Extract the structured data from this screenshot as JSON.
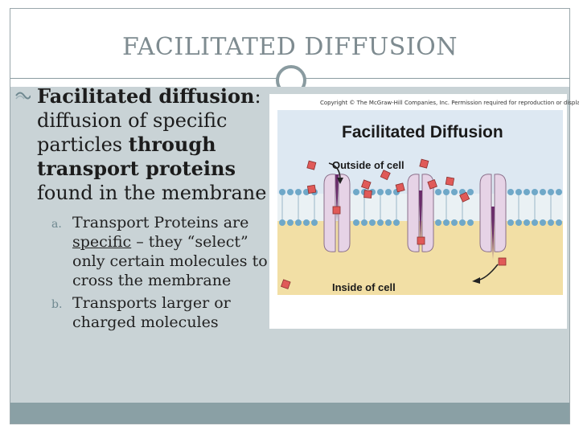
{
  "slide": {
    "title": "FACILITATED DIFFUSION",
    "main_point": {
      "term": "Facilitated diffusion",
      "definition_part1": ": diffusion of specific particles ",
      "emphasis": "through transport proteins",
      "definition_part2": " found in the membrane"
    },
    "sub_points": [
      {
        "marker": "a.",
        "prefix": "Transport Proteins are ",
        "underlined": "specific",
        "suffix": " – they “select” only certain molecules to cross the membrane"
      },
      {
        "marker": "b.",
        "text": "Transports larger or charged molecules"
      }
    ]
  },
  "figure": {
    "copyright": "Copyright © The McGraw-Hill Companies, Inc. Permission required for reproduction or display.",
    "title": "Facilitated Diffusion",
    "outside_label": "Outside of cell",
    "inside_label": "Inside of cell"
  },
  "colors": {
    "accent": "#8a9ba0",
    "content_bg": "#c9d3d6",
    "footer": "#8aa0a5",
    "extracellular": "#dde8f2",
    "cytoplasm": "#f2dfa5",
    "protein": "#e6d3e6",
    "particle": "#e05a58"
  }
}
